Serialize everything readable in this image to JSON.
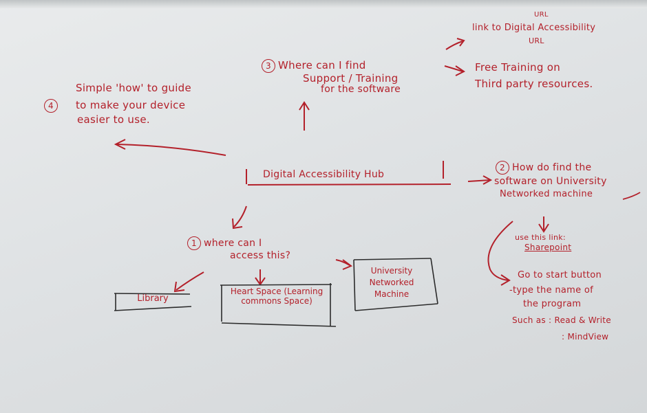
{
  "center": {
    "label": "Digital Accessibility Hub"
  },
  "branch_1": {
    "number": "1",
    "question": [
      "where can I",
      "access this?"
    ],
    "locations": [
      {
        "label": "Library"
      },
      {
        "label": "Heart Space (Learning commons Space)"
      },
      {
        "label": "University Networked Machine"
      }
    ]
  },
  "branch_2": {
    "number": "2",
    "question": [
      "How do find the",
      "software on University",
      "Networked machine"
    ],
    "link_label": "use this link:",
    "link_text": "Sharepoint",
    "steps": [
      "Go to start button",
      "-type the name of",
      "the program"
    ],
    "examples_label": "Such as : Read & Write",
    "example_2": ": MindView"
  },
  "branch_3": {
    "number": "3",
    "question": [
      "Where can I find",
      "Support / Training",
      "for the software"
    ],
    "items": [
      "link to Digital Accessibility",
      "Free Training on",
      "Third party resources."
    ],
    "url_top": "URL",
    "url_bottom": "URL"
  },
  "branch_4": {
    "number": "4",
    "text": [
      "Simple 'how' to guide",
      "to make your device",
      "easier to use."
    ]
  },
  "colors": {
    "ink": "#b3202a",
    "box_outline": "#2b2b2b",
    "paper": "#e4e6e7"
  }
}
